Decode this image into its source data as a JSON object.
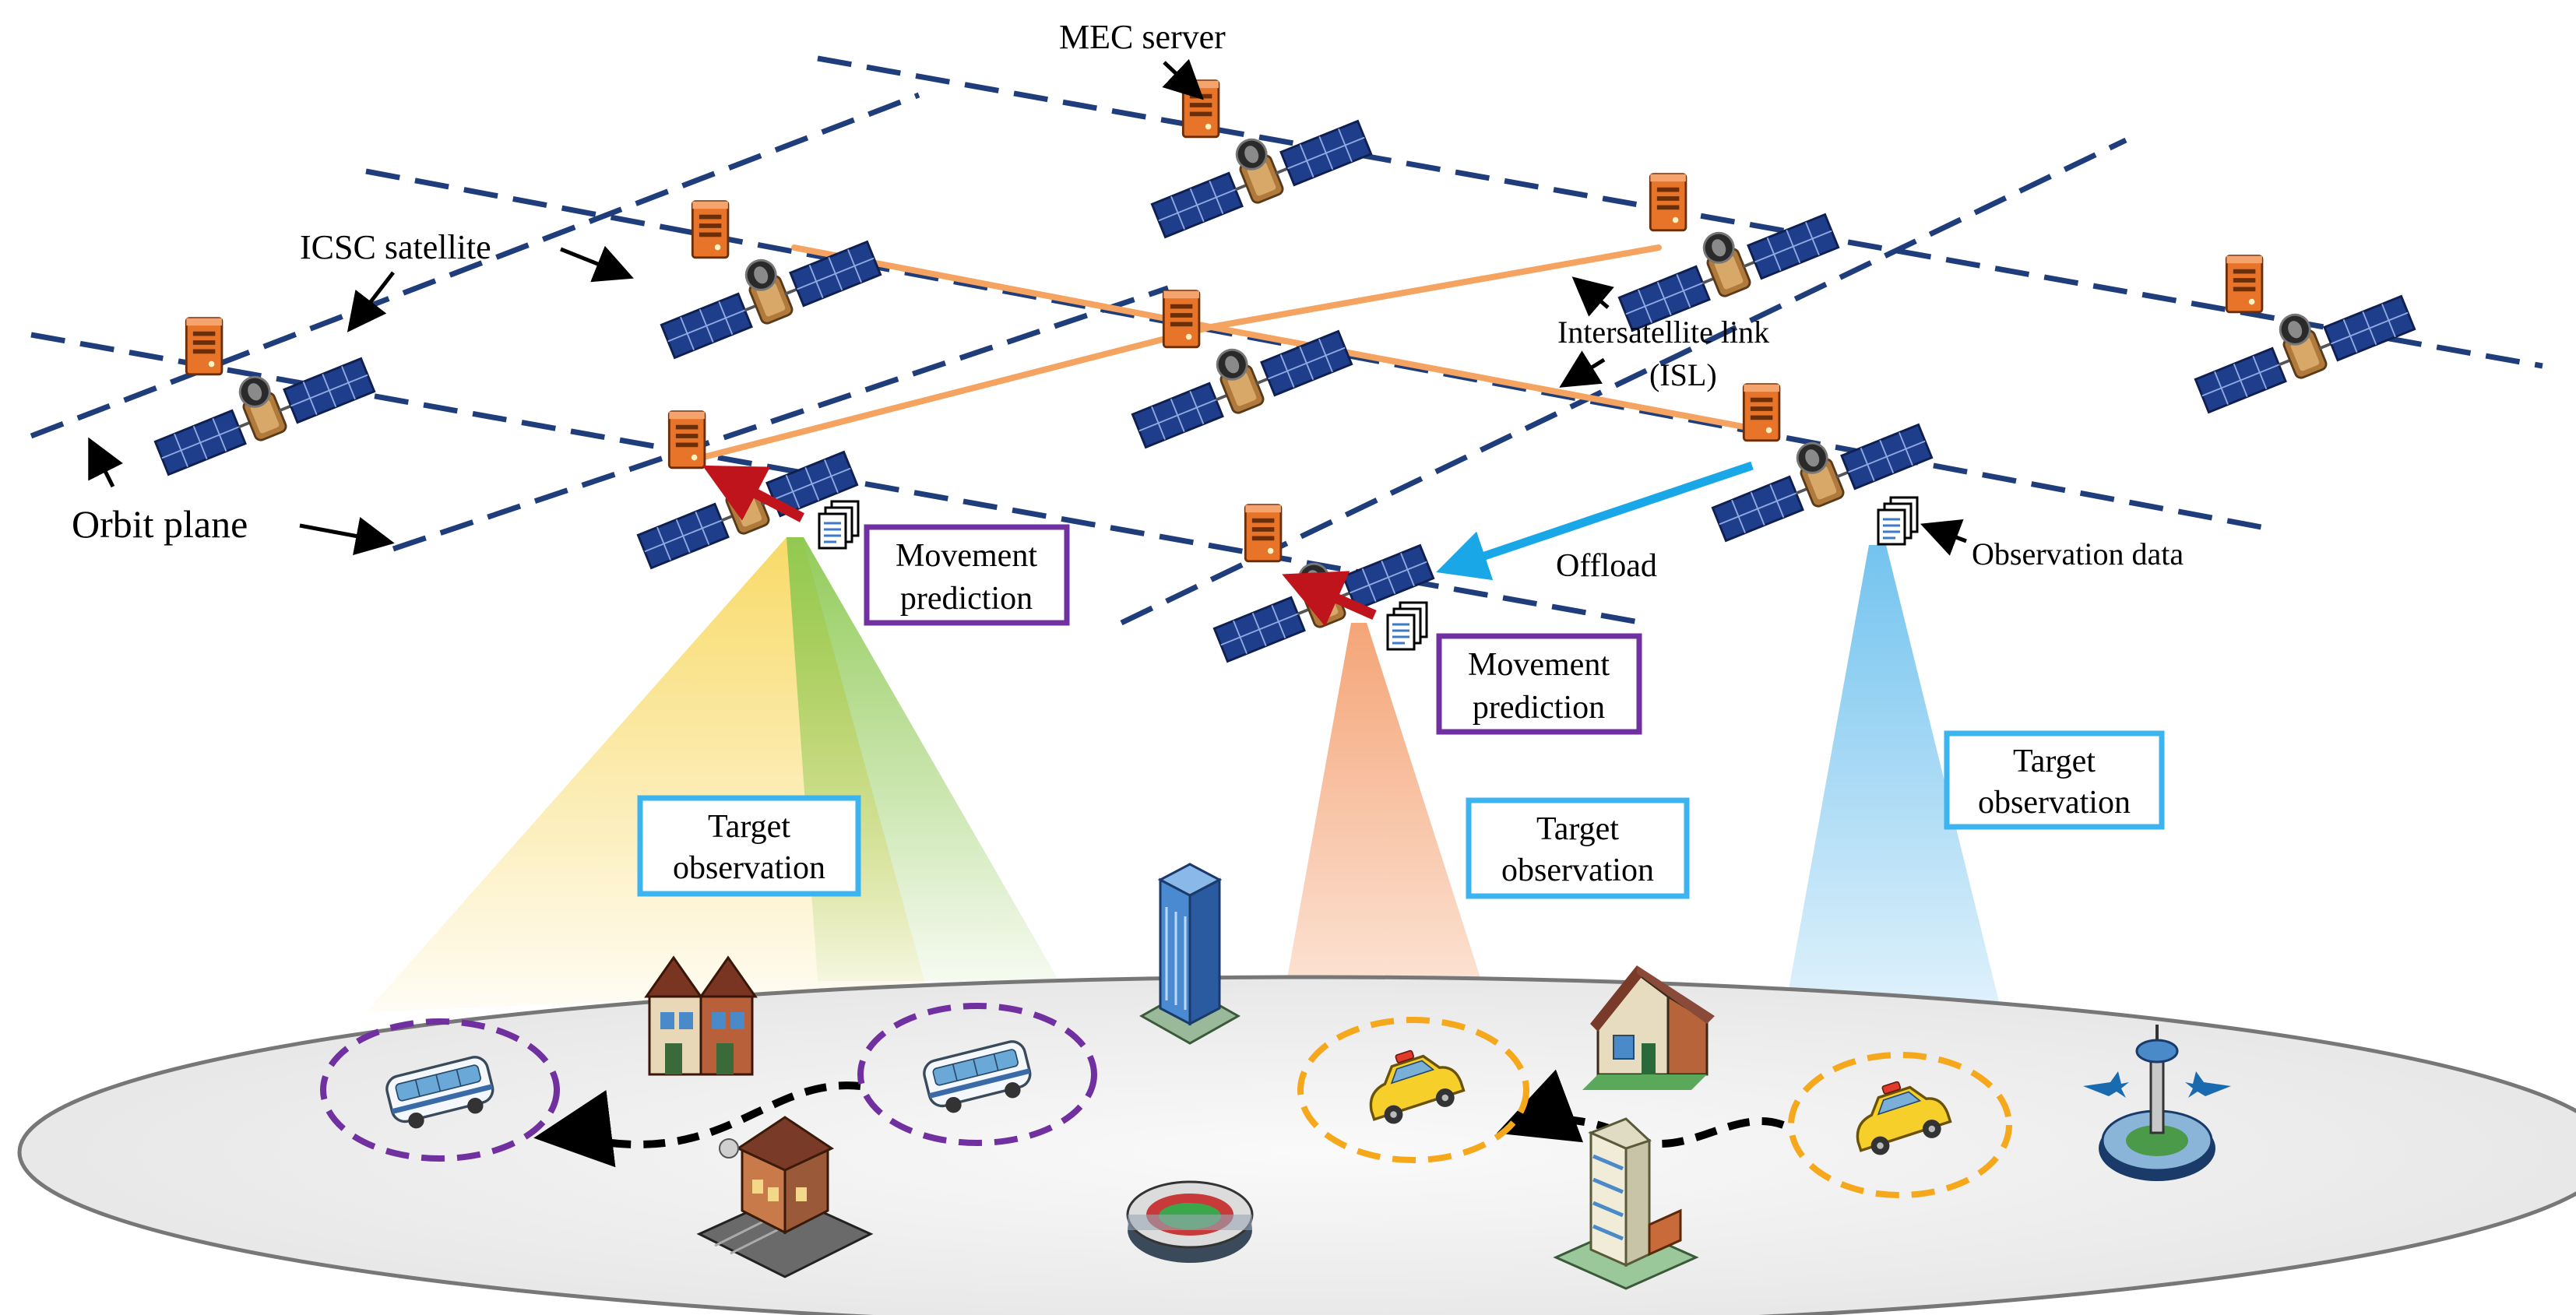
{
  "labels": {
    "mec_server": "MEC server",
    "icsc_satellite": "ICSC satellite",
    "orbit_plane": "Orbit plane",
    "isl_line1": "Intersatellite link",
    "isl_line2": "(ISL)",
    "offload": "Offload",
    "observation_data": "Observation data"
  },
  "boxes": {
    "movement_prediction_left": {
      "line1": "Movement",
      "line2": "prediction"
    },
    "movement_prediction_mid": {
      "line1": "Movement",
      "line2": "prediction"
    },
    "target_left": {
      "line1": "Target",
      "line2": "observation"
    },
    "target_mid": {
      "line1": "Target",
      "line2": "observation"
    },
    "target_right": {
      "line1": "Target",
      "line2": "observation"
    }
  },
  "colors": {
    "orbit": "#1f3d7a",
    "isl": "#f4a460",
    "offload": "#1aa7e8",
    "prediction_arrow": "#c0141c",
    "prediction_box": "#7030a0",
    "target_box": "#3cb4f0",
    "beam_yellow": "#f8d860",
    "beam_green": "#8cc850",
    "beam_orange": "#f4a070",
    "beam_blue": "#6cc0ee",
    "bus_circle": "#7030a0",
    "car_circle": "#f5a81c",
    "ground": "#eeeeee"
  },
  "icons": {
    "satellite": "satellite-icon",
    "server": "mec-server-icon",
    "document": "observation-data-icon",
    "bus": "bus-icon",
    "taxi": "taxi-icon"
  }
}
